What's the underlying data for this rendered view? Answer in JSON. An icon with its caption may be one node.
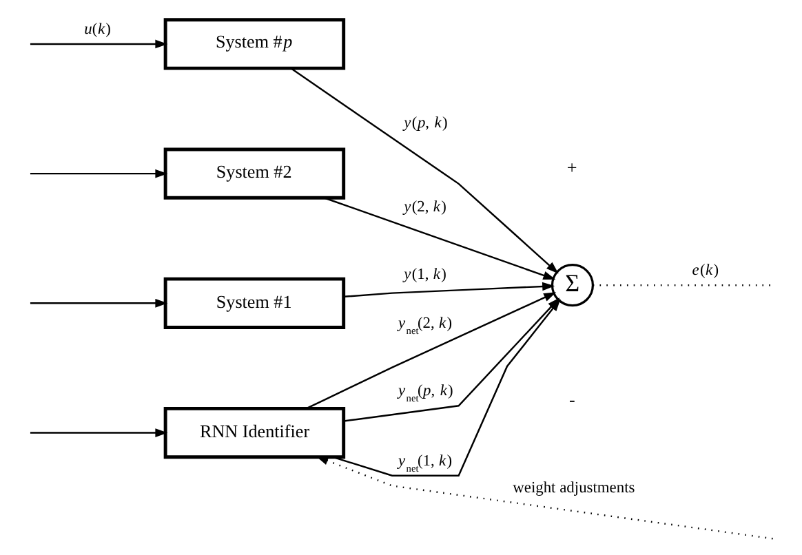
{
  "diagram": {
    "nodes": [
      {
        "text": [
          "System #*p*"
        ]
      },
      {
        "text": [
          "System #2"
        ]
      },
      {
        "text": [
          "System #1"
        ]
      },
      {
        "text": [
          "Σ"
        ]
      },
      {
        "text": [
          "RNN Identifier"
        ]
      }
    ],
    "edges": [
      {
        "from": null,
        "to": 0,
        "arrow": "to",
        "label": "*u*(*k*)"
      },
      {
        "from": null,
        "to": 1,
        "arrow": "to"
      },
      {
        "from": null,
        "to": 2,
        "arrow": "to"
      },
      {
        "from": null,
        "to": 4,
        "arrow": "to",
        "style": "dashed",
        "label": "weight adjustments"
      },
      {
        "from": null,
        "to": 4,
        "arrow": "to"
      },
      {
        "from": 0,
        "to": 3,
        "arrow": "to",
        "label": "*y*(*p*, *k*)"
      },
      {
        "from": 1,
        "to": 3,
        "arrow": "to",
        "label": "*y*(2, *k*)"
      },
      {
        "from": 2,
        "to": 3,
        "arrow": "to",
        "label": "*y*(1, *k*)"
      },
      {
        "from": 4,
        "to": 3,
        "arrow": "to",
        "label": "*y*$_{net}$(1, *k*)"
      },
      {
        "from": 4,
        "to": 3,
        "arrow": "to",
        "label": "*y*$_{net}$(2, *k*)"
      },
      {
        "from": 4,
        "to": 3,
        "arrow": "to",
        "label": "*y*$_{net}$(*p*, *k*)"
      },
      {
        "from": 3,
        "to": null,
        "arrow": "none",
        "style": "dashed",
        "label": "*e*(*k*)"
      }
    ],
    "labels": [
      "+",
      "-"
    ]
  }
}
